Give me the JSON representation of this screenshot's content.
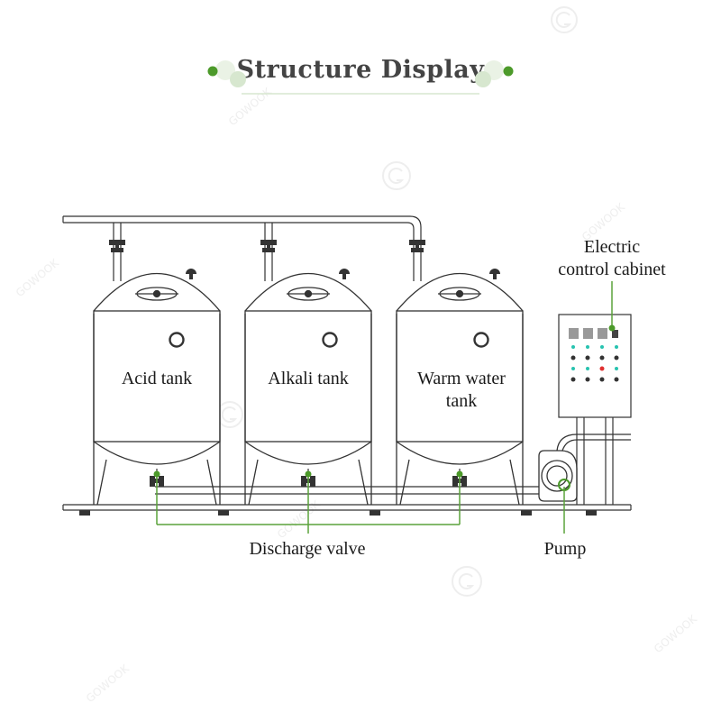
{
  "title": "Structure Display",
  "watermark": "GOWOOK",
  "tanks": [
    {
      "name_line1": "Acid tank",
      "name_line2": ""
    },
    {
      "name_line1": "Alkali tank",
      "name_line2": ""
    },
    {
      "name_line1": "Warm water",
      "name_line2": "tank"
    }
  ],
  "callouts": {
    "cabinet_line1": "Electric",
    "cabinet_line2": "control cabinet",
    "discharge_valve": "Discharge valve",
    "pump": "Pump"
  },
  "colors": {
    "line": "#333333",
    "accent_green": "#4c9a2a",
    "leader_green": "#5aa23a",
    "pale_green": "#d7e7cf",
    "indicator_teal": "#27c3b0",
    "indicator_red": "#e03030",
    "button_gray": "#999999"
  }
}
